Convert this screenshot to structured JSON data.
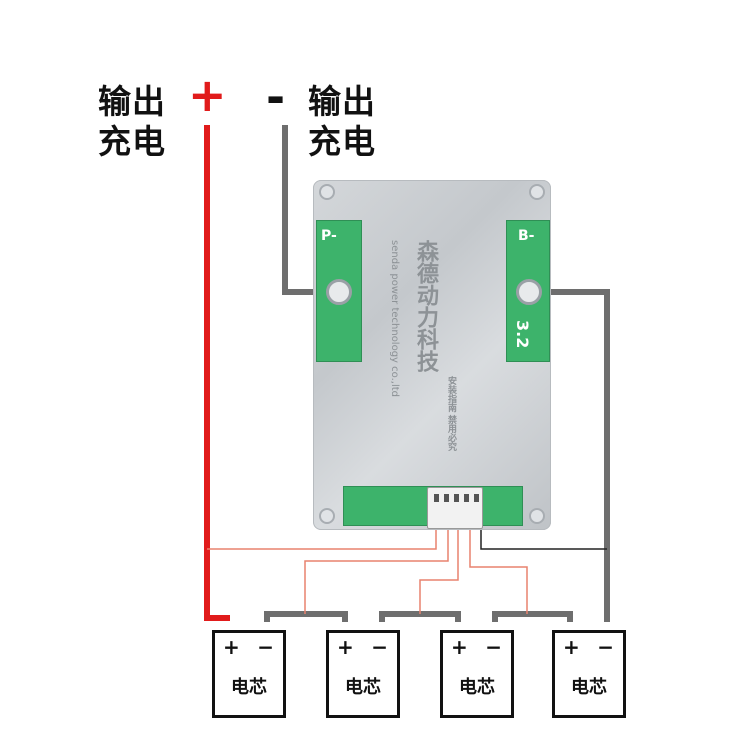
{
  "labels": {
    "output_plus_top": "输出",
    "output_plus_bottom": "充电",
    "output_minus_top": "输出",
    "output_minus_bottom": "充电",
    "plus_sign": "+",
    "minus_sign": "-"
  },
  "board": {
    "pad_left_label": "P-",
    "pad_right_label": "B-",
    "brand_cn": "森德动力科技",
    "brand_en": "senda power technology co.,ltd",
    "warning_cn": "安装指南 禁用必究",
    "number": "3.2"
  },
  "cells": [
    {
      "plus": "+",
      "minus": "−",
      "name": "电芯"
    },
    {
      "plus": "+",
      "minus": "−",
      "name": "电芯"
    },
    {
      "plus": "+",
      "minus": "−",
      "name": "电芯"
    },
    {
      "plus": "+",
      "minus": "−",
      "name": "电芯"
    }
  ],
  "colors": {
    "positive_wire": "#e11b1b",
    "negative_wire": "#6e6e6e",
    "balance_wire": "#e8826e",
    "pcb": "#3db36b"
  }
}
